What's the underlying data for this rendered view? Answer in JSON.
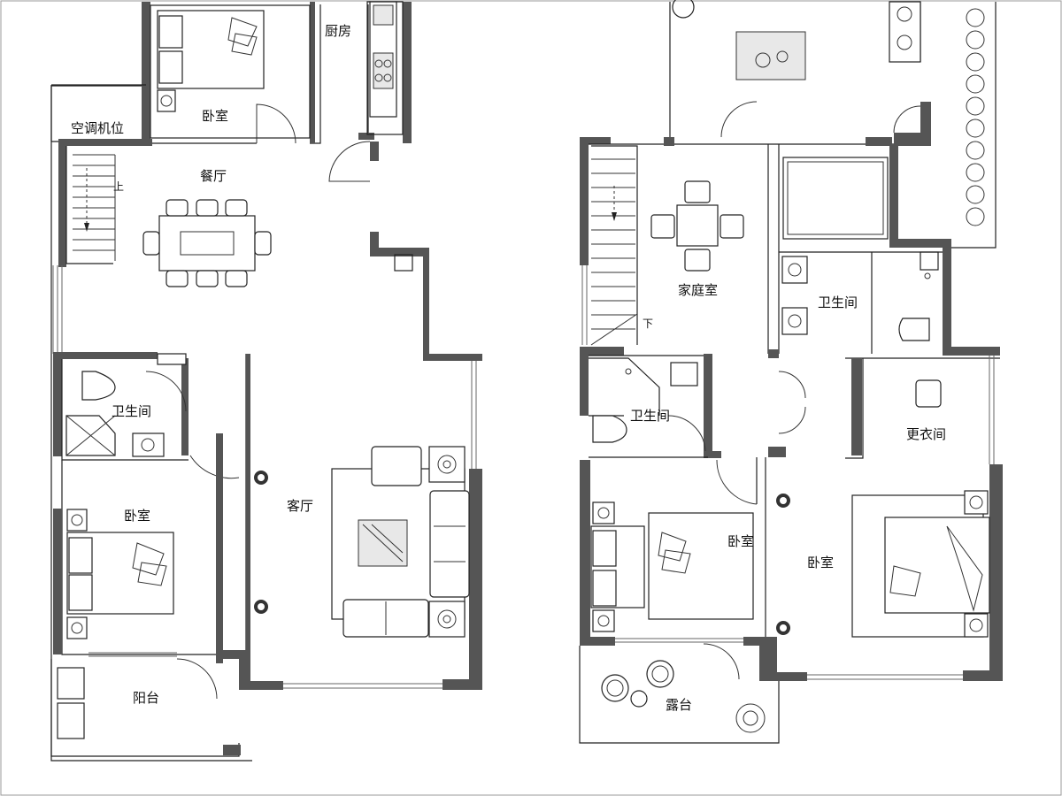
{
  "plan": {
    "floor1": {
      "rooms": {
        "bedroom_top": "卧室",
        "kitchen": "厨房",
        "ac_unit": "空调机位",
        "dining": "餐厅",
        "stairs_up": "上",
        "bathroom": "卫生间",
        "bedroom_left": "卧室",
        "living": "客厅",
        "balcony": "阳台"
      }
    },
    "floor2": {
      "rooms": {
        "family_room": "家庭室",
        "stairs_down": "下",
        "bathroom_small": "卫生间",
        "bathroom_large": "卫生间",
        "dressing": "更衣间",
        "bedroom_mid": "卧室",
        "bedroom_right": "卧室",
        "terrace": "露台"
      }
    },
    "colors": {
      "wall": "#555555",
      "line": "#222222",
      "background": "#ffffff"
    }
  }
}
